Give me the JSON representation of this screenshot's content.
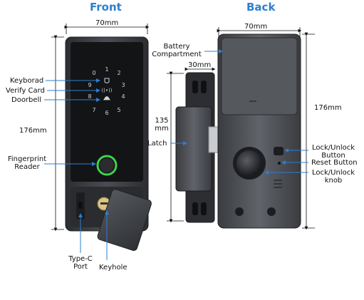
{
  "headings": {
    "front": "Front",
    "back": "Back"
  },
  "front_labels": {
    "keyboard": "Keyborad",
    "verify_card": "Verify Card",
    "doorbell": "Doorbell",
    "fingerprint_line1": "Fingerprint",
    "fingerprint_line2": "Reader",
    "typec_line1": "Type-C",
    "typec_line2": "Port",
    "keyhole": "Keyhole"
  },
  "back_labels": {
    "battery_line1": "Battery",
    "battery_line2": "Compartment",
    "latch": "Latch",
    "lock_button_line1": "Lock/Unlock",
    "lock_button_line2": "Button",
    "reset": "Reset Button",
    "lock_knob_line1": "Lock/Unlock",
    "lock_knob_line2": "knob"
  },
  "dimensions": {
    "front_width": "70mm",
    "front_height": "176mm",
    "back_width": "70mm",
    "back_height": "176mm",
    "latch_width": "30mm",
    "latch_height_line1": "135",
    "latch_height_line2": "mm"
  },
  "keypad_digits": [
    "1",
    "2",
    "3",
    "4",
    "5",
    "6",
    "7",
    "8",
    "9",
    "0"
  ],
  "colors": {
    "heading": "#2b7fd1",
    "label_arrow": "#2b7fd1",
    "fingerprint_ring": "#3fd24a",
    "body": "#3a3d42",
    "panel": "#16181b"
  }
}
